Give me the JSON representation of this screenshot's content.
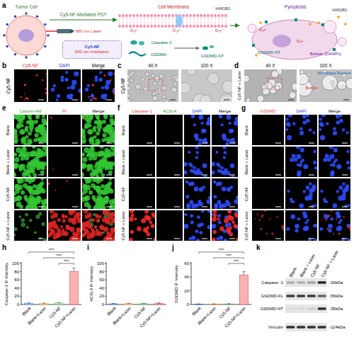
{
  "diagram": {
    "nodes": [
      {
        "text": [
          "Tumor Cell"
        ]
      },
      {
        "text": [
          "Cell Membrane"
        ]
      },
      {
        "text": [
          "Pyroptosis"
        ]
      },
      {
        "text": [
          "Cy5-NF",
          "660 nm Irradiation"
        ]
      }
    ],
    "edges": [
      {
        "from": 0,
        "to": 1,
        "arrow": "to",
        "label": "Cy5-NF-Mediated PDT"
      },
      {
        "from": 1,
        "to": 2,
        "arrow": "to"
      }
    ],
    "labels": [
      "a",
      "660 nm Laser",
      "HMGB1",
      "HMGB1",
      "O₂•⁻",
      "O₂•⁻",
      "O₂•⁻",
      "O₂•⁻",
      "O₂•⁻",
      "Caspase-1",
      "GSDMD",
      "GSDMD-NT",
      "GSDMD-NT",
      "Bubble (DAMPs)",
      "b",
      "Cy5-NF",
      "DAPI",
      "Merge",
      "Cy5-NF",
      "c",
      "40 X",
      "100 X",
      "Cy5-NF",
      "d",
      "40 X",
      "100 X",
      "Cy5-NF + Laser",
      "Membrane Rupture",
      "Bubble",
      "e",
      "Calcein-AM",
      "PI",
      "Merge",
      "Blank",
      "Blank + Laser",
      "Cy5-NF",
      "Cy5-NF + Laser",
      "f",
      "Caspase-1",
      "ACSL4",
      "DAPI",
      "Merge",
      "Blank",
      "Blank + Laser",
      "Cy5-NF",
      "Cy5-NF + Laser",
      "g",
      "GSDMD",
      "DAPI",
      "Merge",
      "Blank",
      "Blank + Laser",
      "Cy5-NF",
      "Cy5-NF + Laser",
      "h",
      "Caspase-1 IF Intensity",
      "0",
      "20",
      "40",
      "60",
      "80",
      "100",
      "Blank",
      "Blank+Laser",
      "Cy5-NF",
      "Cy5-NF+Laser",
      "***",
      "***",
      "***",
      "i",
      "ACSL4 IF Intensity",
      "0",
      "20",
      "40",
      "60",
      "80",
      "100",
      "Blank",
      "Blank+Laser",
      "Cy5-NF",
      "Cy5-NF+Laser",
      "j",
      "GSDMD IF Intensity",
      "0",
      "20",
      "40",
      "60",
      "Blank",
      "Blank+Laser",
      "Cy5-NF",
      "Cy5-NF+Laser",
      "***",
      "***",
      "***",
      "k",
      "Blank",
      "Blank + Laser",
      "Cy5-NF",
      "Cy5-NF + Laser",
      "Caspase -1",
      "GSDMD-FL",
      "GSDMD-NT",
      "Vinculin",
      "-20kDa",
      "-55kDa",
      "-35kDa",
      "-124kDa"
    ]
  }
}
